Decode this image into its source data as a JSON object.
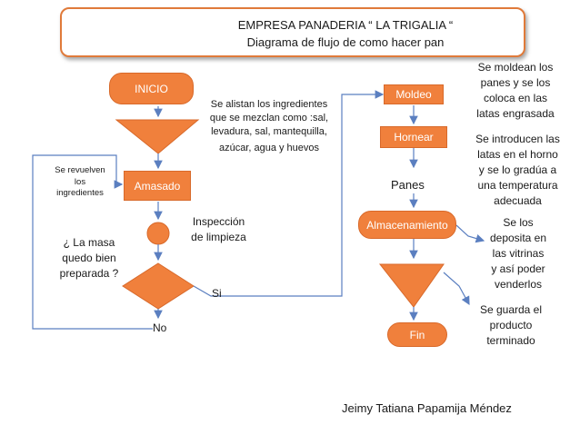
{
  "title": {
    "line1": "EMPRESA PANADERIA “ LA TRIGALIA “",
    "line2": "Diagrama de flujo de como hacer pan"
  },
  "nodes": {
    "inicio": "INICIO",
    "amasado": "Amasado",
    "moldeo": "Moldeo",
    "hornear": "Hornear",
    "almacenamiento": "Almacenamiento",
    "fin": "Fin"
  },
  "notes": {
    "ingredientes": [
      "Se alistan los ingredientes",
      "que se mezclan  como :sal,",
      "levadura, sal, mantequilla,",
      "azúcar,  agua y huevos"
    ],
    "revuelven": [
      "Se revuelven",
      "los",
      "ingredientes"
    ],
    "inspeccion": [
      "Inspección",
      "de limpieza"
    ],
    "pregunta": [
      "¿ La masa",
      "quedo bien",
      "preparada ?"
    ],
    "moldean": [
      "Se moldean los",
      "panes y se los",
      "coloca en las",
      "latas engrasada"
    ],
    "introducen": [
      "Se introducen las",
      "latas en el horno",
      "y se lo gradúa a",
      "una temperatura",
      "adecuada"
    ],
    "deposita": [
      "Se los",
      "deposita en",
      "las vitrinas",
      "y así poder",
      "venderlos"
    ],
    "guarda": [
      "Se guarda el",
      "producto",
      "terminado"
    ]
  },
  "labels": {
    "si": "Si",
    "no": "No",
    "panes": "Panes"
  },
  "author": "Jeimy Tatiana Papamija Méndez",
  "colors": {
    "shape_fill": "#f0803c",
    "border": "#e07a3a",
    "connector": "#5b7fc0"
  }
}
